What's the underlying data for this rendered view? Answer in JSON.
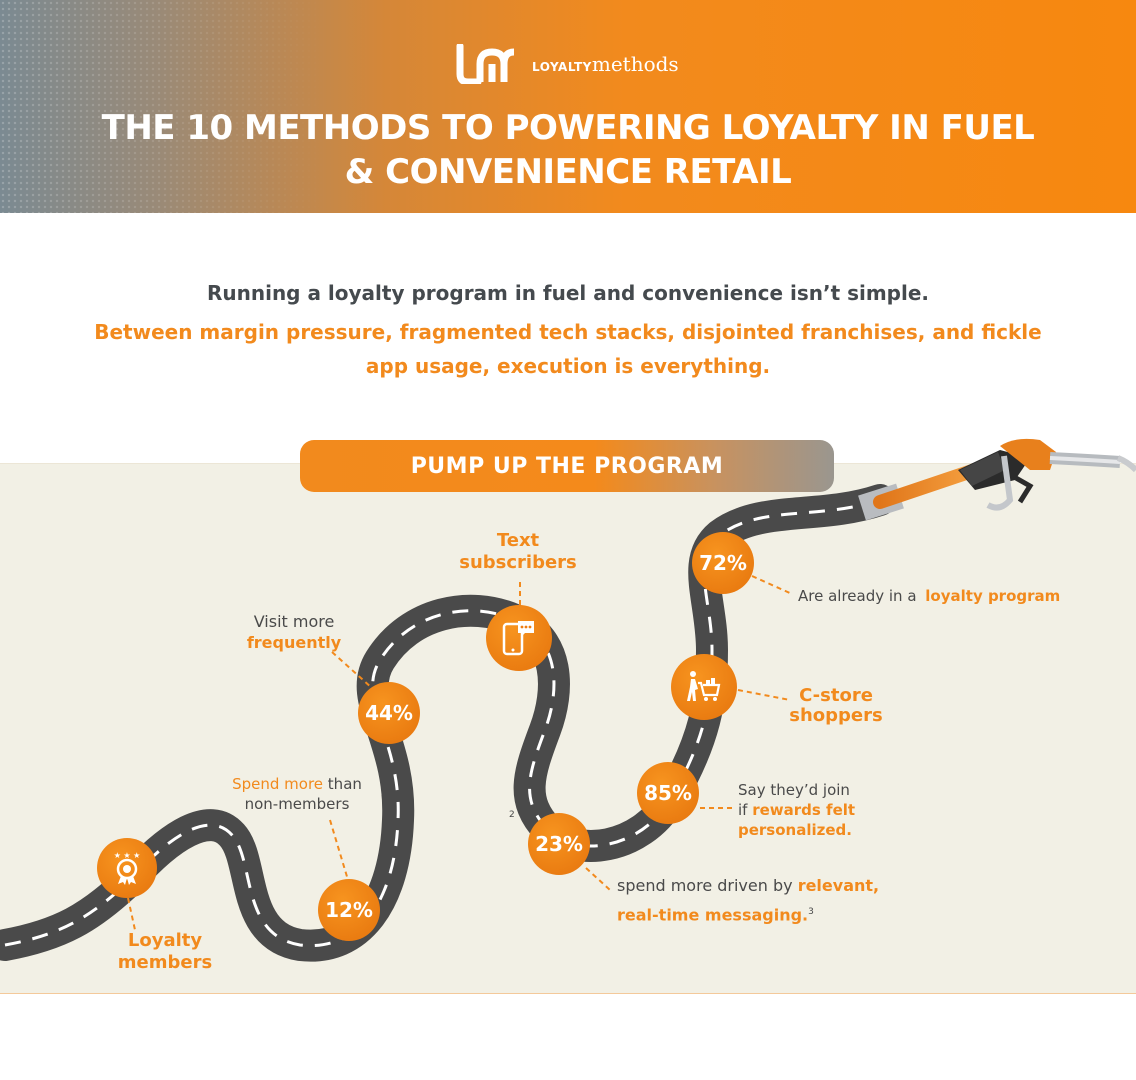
{
  "header": {
    "brand_prefix": "LOYALTY",
    "brand_suffix": "methods",
    "title_line1": "THE 10 METHODS TO POWERING LOYALTY IN FUEL",
    "title_line2": "& CONVENIENCE RETAIL"
  },
  "intro": {
    "line1": "Running a loyalty program in fuel and convenience isn’t simple.",
    "line2": "Between margin pressure, fragmented tech stacks, disjointed franchises, and fickle app usage, execution is everything."
  },
  "section": {
    "banner": "PUMP UP THE PROGRAM"
  },
  "stats": {
    "loyalty_members": {
      "label_line1": "Loyalty",
      "label_line2": "members",
      "icon": "award-ribbon-icon"
    },
    "spend_more": {
      "value": "12%",
      "text_orange": "Spend more",
      "text_rest": " than",
      "text_line2": "non-members"
    },
    "visit_more": {
      "value": "44%",
      "text_line1": "Visit more",
      "text_line2": "frequently"
    },
    "text_subscribers": {
      "label_line1": "Text",
      "label_line2": "subscribers",
      "icon": "phone-chat-icon"
    },
    "real_time": {
      "value": "23%",
      "footnote_left": "2",
      "text_plain": "spend more driven by ",
      "text_orange1": "relevant,",
      "text_orange2": "real-time messaging.",
      "footnote": "3"
    },
    "personalized": {
      "value": "85%",
      "text_line1": "Say they’d join",
      "text_if": "if ",
      "text_orange1": "rewards felt",
      "text_orange2": "personalized."
    },
    "cstore": {
      "label_line1": "C-store",
      "label_line2": "shoppers",
      "icon": "shopping-cart-icon"
    },
    "loyalty_program": {
      "value": "72%",
      "text_plain": "Are already in a ",
      "text_orange": "loyalty program"
    }
  },
  "colors": {
    "accent": "#f28a1d",
    "road": "#4a4a4a",
    "panel": "#f2f0e5"
  }
}
